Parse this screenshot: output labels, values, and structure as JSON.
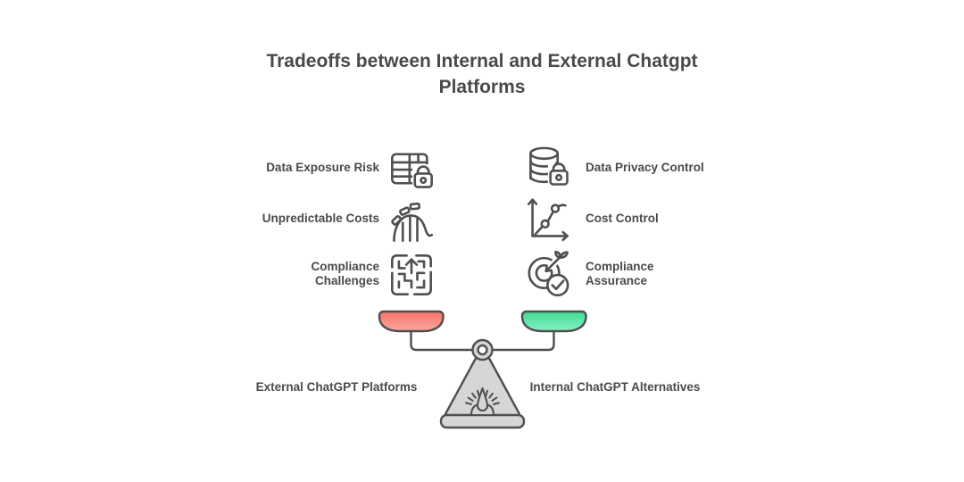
{
  "title": "Tradeoffs between Internal and External Chatgpt Platforms",
  "left_column": {
    "items": [
      {
        "label": "Data Exposure Risk",
        "icon": "table-lock-icon"
      },
      {
        "label": "Unpredictable Costs",
        "icon": "roller-coaster-icon"
      },
      {
        "label": "Compliance Challenges",
        "icon": "maze-arrow-icon"
      }
    ],
    "footer_label": "External ChatGPT Platforms",
    "pan": "red"
  },
  "right_column": {
    "items": [
      {
        "label": "Data Privacy Control",
        "icon": "database-lock-icon"
      },
      {
        "label": "Cost Control",
        "icon": "growth-chart-icon"
      },
      {
        "label": "Compliance Assurance",
        "icon": "target-check-icon"
      }
    ],
    "footer_label": "Internal ChatGPT Alternatives",
    "pan": "green"
  },
  "colors": {
    "text": "#4a4a4a",
    "outline": "#4f4f4f",
    "scale_body": "#d6d6d6",
    "pan_red_top": "#f8736b",
    "pan_red_bottom": "#fba79c",
    "pan_green_top": "#3edd92",
    "pan_green_bottom": "#8aeec2",
    "background": "#ffffff"
  }
}
